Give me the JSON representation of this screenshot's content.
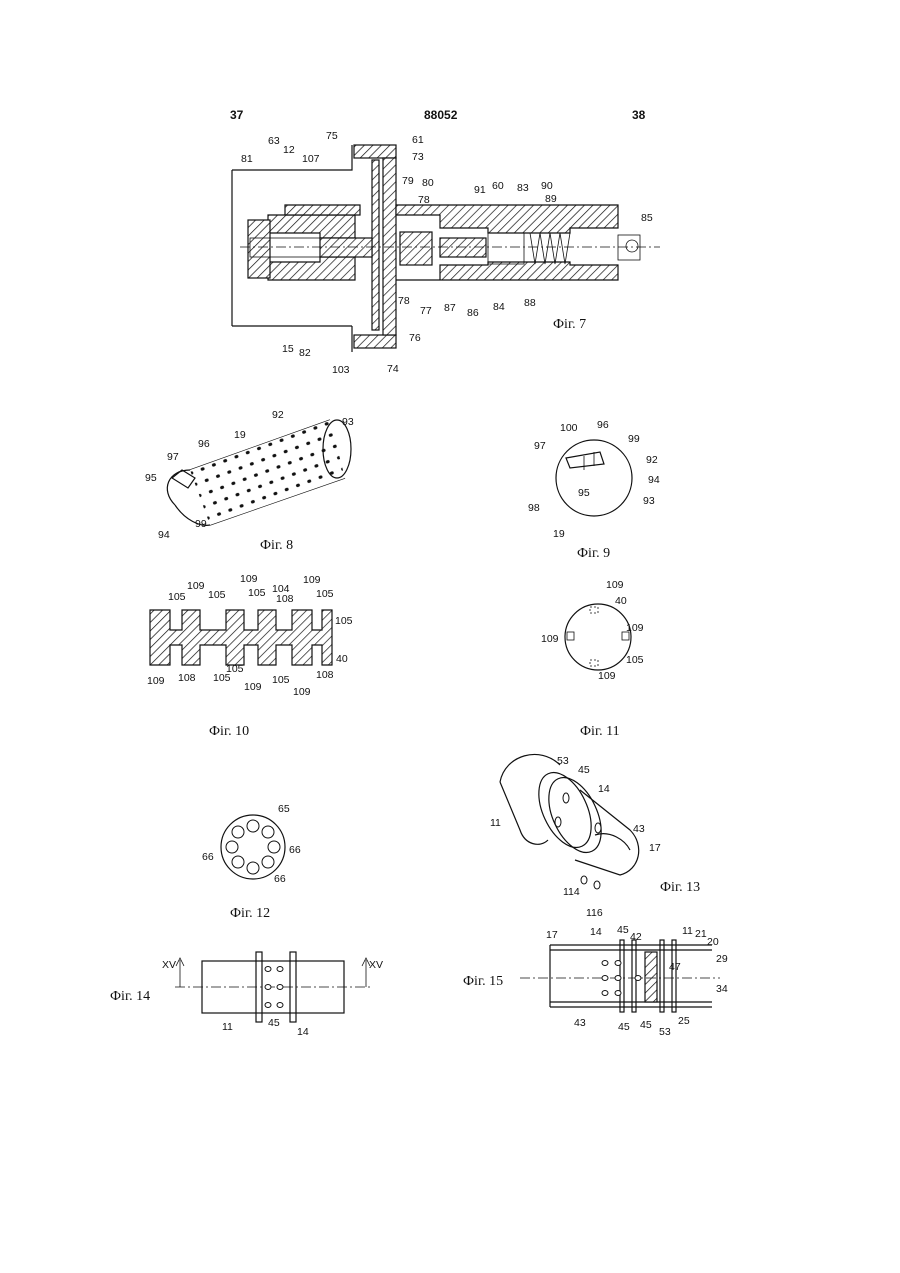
{
  "header": {
    "page_left": "37",
    "patent_number": "88052",
    "page_right": "38"
  },
  "figures": {
    "fig7": {
      "caption": "Фiг. 7",
      "labels": [
        "81",
        "12",
        "63",
        "107",
        "75",
        "61",
        "73",
        "79",
        "80",
        "78",
        "91",
        "60",
        "83",
        "90",
        "89",
        "85",
        "15",
        "82",
        "103",
        "74",
        "76",
        "78",
        "77",
        "87",
        "86",
        "84",
        "88"
      ]
    },
    "fig8": {
      "caption": "Фiг. 8",
      "labels": [
        "92",
        "93",
        "19",
        "96",
        "97",
        "95",
        "94",
        "99"
      ]
    },
    "fig9": {
      "caption": "Фiг. 9",
      "labels": [
        "100",
        "96",
        "97",
        "99",
        "92",
        "94",
        "95",
        "98",
        "93",
        "19"
      ]
    },
    "fig10": {
      "caption": "Фiг. 10",
      "labels": [
        "109",
        "109",
        "109",
        "104",
        "105",
        "105",
        "105",
        "108",
        "105",
        "105",
        "40",
        "109",
        "108",
        "105",
        "109",
        "105",
        "109",
        "108",
        "105"
      ]
    },
    "fig11": {
      "caption": "Фiг. 11",
      "labels": [
        "109",
        "40",
        "109",
        "109",
        "105",
        "109"
      ]
    },
    "fig12": {
      "caption": "Фiг. 12",
      "labels": [
        "65",
        "66",
        "66",
        "66"
      ]
    },
    "fig13": {
      "caption": "Фiг. 13",
      "labels": [
        "53",
        "45",
        "14",
        "11",
        "43",
        "17",
        "114",
        "116"
      ]
    },
    "fig14": {
      "caption": "Фiг. 14",
      "labels": [
        "XV",
        "XV",
        "11",
        "45",
        "14"
      ]
    },
    "fig15": {
      "caption": "Фiг. 15",
      "labels": [
        "17",
        "14",
        "45",
        "42",
        "11",
        "21",
        "20",
        "29",
        "47",
        "34",
        "43",
        "45",
        "45",
        "53",
        "25"
      ]
    }
  }
}
